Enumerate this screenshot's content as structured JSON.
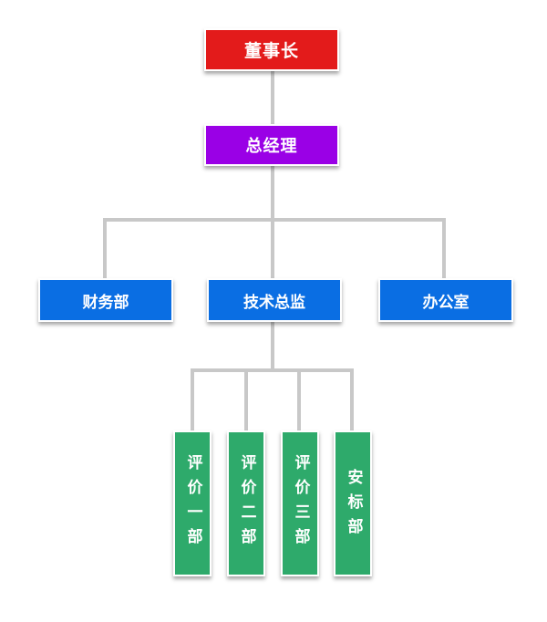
{
  "colors": {
    "chairman": "#e31b1b",
    "general_manager": "#9a00e6",
    "department": "#0a6ee3",
    "unit": "#2eaa6b",
    "connector": "#c8c8c8"
  },
  "nodes": {
    "chairman": "董事长",
    "general_manager": "总经理",
    "finance": "财务部",
    "tech_director": "技术总监",
    "office": "办公室",
    "eval_1": "评价一部",
    "eval_2": "评价二部",
    "eval_3": "评价三部",
    "bidding": "安标部"
  }
}
